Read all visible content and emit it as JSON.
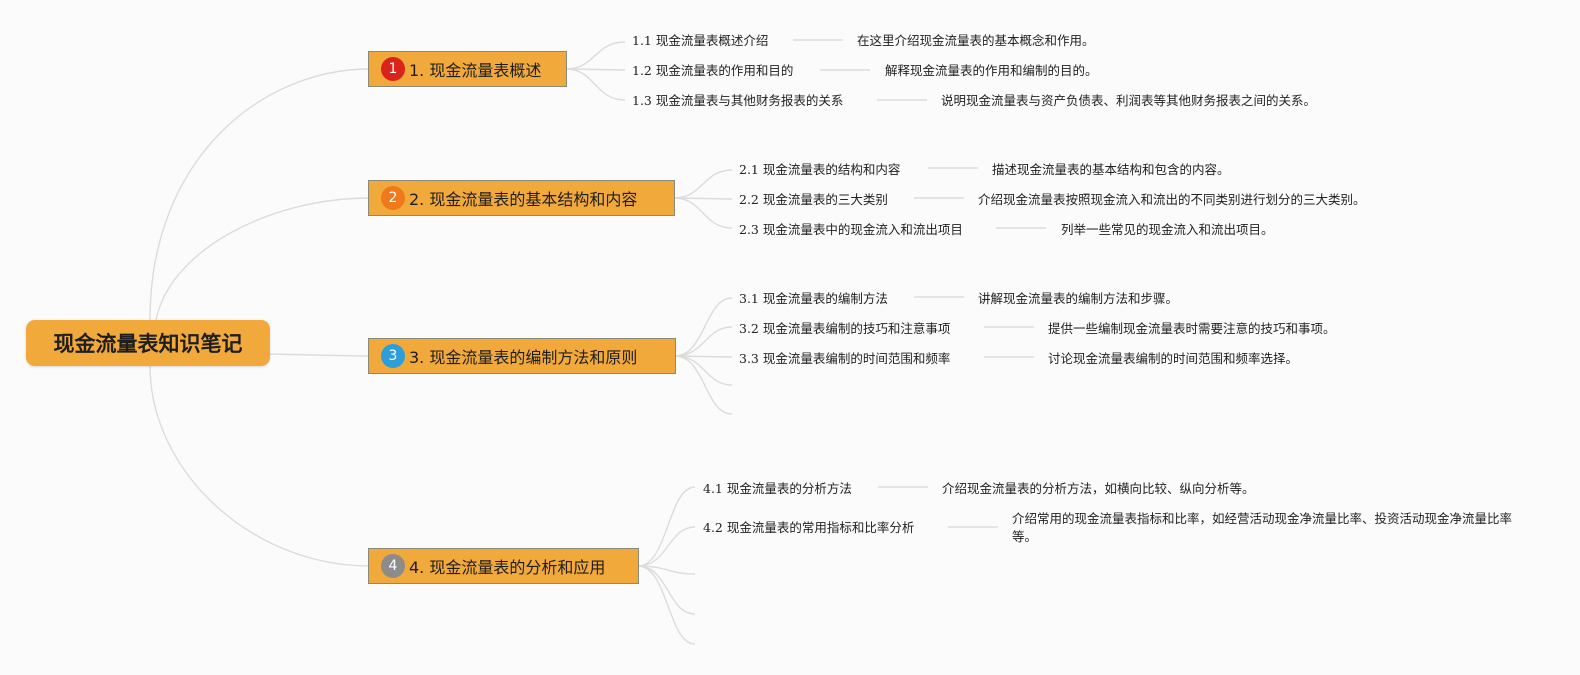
{
  "root": {
    "title": "现金流量表知识笔记"
  },
  "badge_colors": [
    "#d9241b",
    "#ee7a1b",
    "#2d9fd8",
    "#8c8c8c"
  ],
  "sections": [
    {
      "number": "1",
      "title": "1. 现金流量表概述",
      "items": [
        {
          "title": "1.1 现金流量表概述介绍",
          "desc": "在这里介绍现金流量表的基本概念和作用。"
        },
        {
          "title": "1.2 现金流量表的作用和目的",
          "desc": "解释现金流量表的作用和编制的目的。"
        },
        {
          "title": "1.3 现金流量表与其他财务报表的关系",
          "desc": "说明现金流量表与资产负债表、利润表等其他财务报表之间的关系。"
        }
      ]
    },
    {
      "number": "2",
      "title": "2. 现金流量表的基本结构和内容",
      "items": [
        {
          "title": "2.1 现金流量表的结构和内容",
          "desc": "描述现金流量表的基本结构和包含的内容。"
        },
        {
          "title": "2.2 现金流量表的三大类别",
          "desc": "介绍现金流量表按照现金流入和流出的不同类别进行划分的三大类别。"
        },
        {
          "title": "2.3 现金流量表中的现金流入和流出项目",
          "desc": "列举一些常见的现金流入和流出项目。"
        }
      ]
    },
    {
      "number": "3",
      "title": "3. 现金流量表的编制方法和原则",
      "items": [
        {
          "title": "3.1 现金流量表的编制方法",
          "desc": "讲解现金流量表的编制方法和步骤。"
        },
        {
          "title": "3.2 现金流量表编制的技巧和注意事项",
          "desc": "提供一些编制现金流量表时需要注意的技巧和事项。"
        },
        {
          "title": "3.3 现金流量表编制的时间范围和频率",
          "desc": "讨论现金流量表编制的时间范围和频率选择。"
        }
      ]
    },
    {
      "number": "4",
      "title": "4. 现金流量表的分析和应用",
      "items": [
        {
          "title": "4.1 现金流量表的分析方法",
          "desc": "介绍现金流量表的分析方法，如横向比较、纵向分析等。"
        },
        {
          "title": "4.2 现金流量表的常用指标和比率分析",
          "desc": "介绍常用的现金流量表指标和比率，如经营活动现金净流量比率、投资活动现金净流量比率等。"
        }
      ]
    }
  ]
}
